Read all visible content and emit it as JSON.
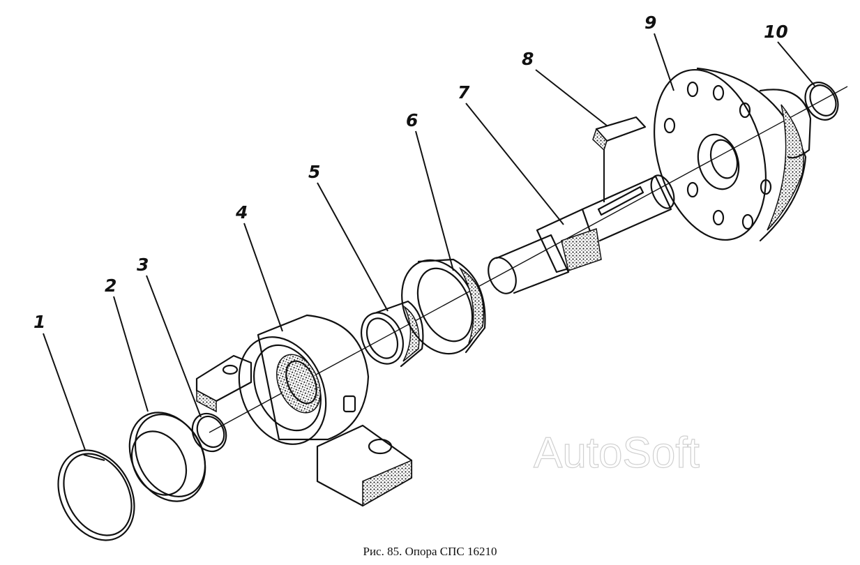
{
  "caption": "Рис. 85. Опора СПС 16210",
  "watermark": "AutoSoft",
  "callouts": [
    {
      "id": "callout-1",
      "label": "1"
    },
    {
      "id": "callout-2",
      "label": "2"
    },
    {
      "id": "callout-3",
      "label": "3"
    },
    {
      "id": "callout-4",
      "label": "4"
    },
    {
      "id": "callout-5",
      "label": "5"
    },
    {
      "id": "callout-6",
      "label": "6"
    },
    {
      "id": "callout-7",
      "label": "7"
    },
    {
      "id": "callout-8",
      "label": "8"
    },
    {
      "id": "callout-9",
      "label": "9"
    },
    {
      "id": "callout-10",
      "label": "10"
    }
  ]
}
